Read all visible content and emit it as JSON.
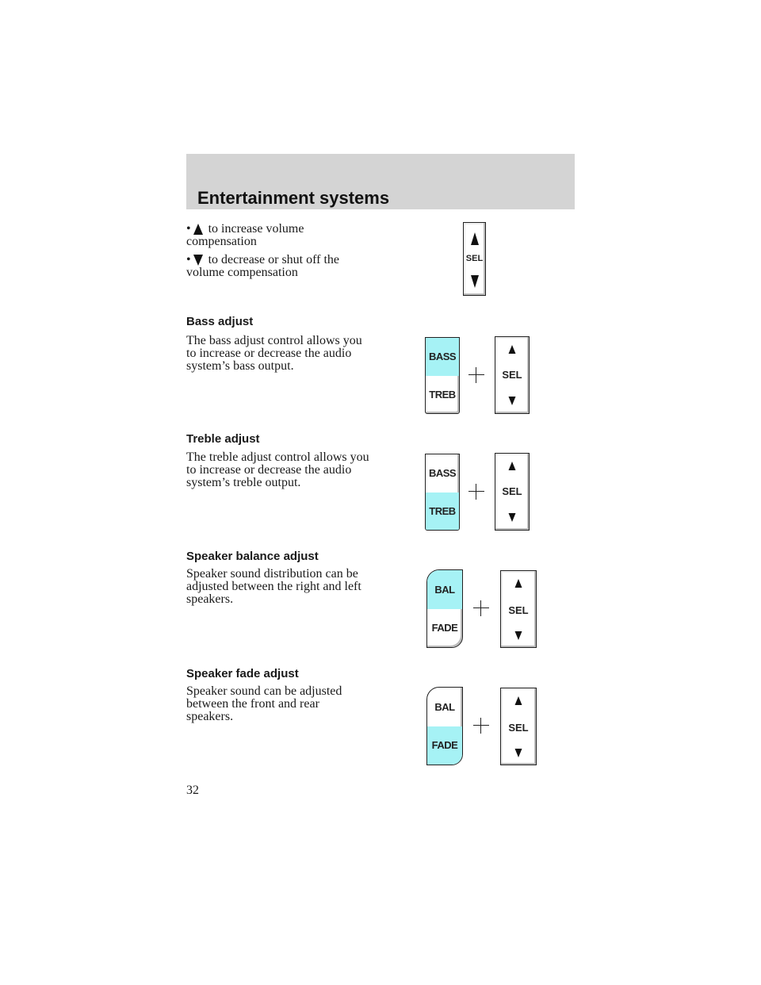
{
  "header": {
    "title": "Entertainment systems"
  },
  "bullets": [
    {
      "icon": "up-triangle-icon",
      "line1": "to increase volume",
      "line2": "compensation"
    },
    {
      "icon": "down-triangle-icon",
      "line1": "to decrease or shut off the",
      "line2": "volume compensation"
    }
  ],
  "sections": [
    {
      "heading": "Bass adjust",
      "lines": [
        "The bass adjust control allows you",
        "to increase or decrease the audio",
        "system’s bass output."
      ],
      "rocker_top": "BASS",
      "rocker_bottom": "TREB",
      "highlight": "top",
      "sel": "SEL"
    },
    {
      "heading": "Treble adjust",
      "lines": [
        "The treble adjust control allows you",
        "to increase or decrease the audio",
        "system’s treble output."
      ],
      "rocker_top": "BASS",
      "rocker_bottom": "TREB",
      "highlight": "bottom",
      "sel": "SEL"
    },
    {
      "heading": "Speaker balance adjust",
      "lines": [
        "Speaker sound distribution can be",
        "adjusted between the right and left",
        "speakers."
      ],
      "rocker_top": "BAL",
      "rocker_bottom": "FADE",
      "highlight": "top",
      "sel": "SEL"
    },
    {
      "heading": "Speaker fade adjust",
      "lines": [
        "Speaker sound can be adjusted",
        "between the front and rear",
        "speakers."
      ],
      "rocker_top": "BAL",
      "rocker_bottom": "FADE",
      "highlight": "bottom",
      "sel": "SEL"
    }
  ],
  "top_control": {
    "label": "SEL"
  },
  "colors": {
    "highlight": "#a6f2f5",
    "header_band": "#d4d4d4"
  },
  "footer": {
    "page_number": "32"
  }
}
